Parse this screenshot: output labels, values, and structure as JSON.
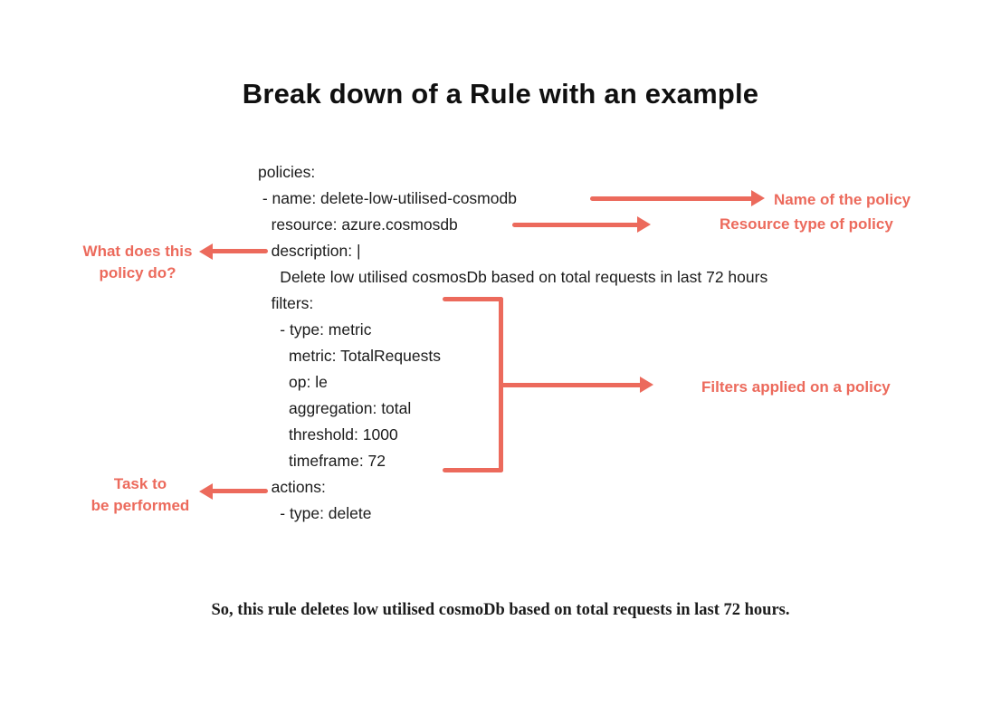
{
  "title": "Break down of a Rule with an example",
  "colors": {
    "accent": "#EC6A5C",
    "text": "#1b1b1b",
    "background": "#ffffff"
  },
  "code": {
    "lines": [
      "policies:",
      " - name: delete-low-utilised-cosmodb",
      "   resource: azure.cosmosdb",
      "   description: |",
      "     Delete low utilised cosmosDb based on total requests in last 72 hours",
      "   filters:",
      "     - type: metric",
      "       metric: TotalRequests",
      "       op: le",
      "       aggregation: total",
      "       threshold: 1000",
      "       timeframe: 72",
      "   actions:",
      "     - type: delete"
    ]
  },
  "annotations": {
    "name_label": "Name of the policy",
    "resource_label": "Resource type of policy",
    "description_label": "What does this\npolicy do?",
    "filters_label": "Filters applied on a policy",
    "actions_label": "Task to\nbe performed"
  },
  "caption": "So, this rule deletes low utilised cosmoDb based on total requests in last 72 hours."
}
